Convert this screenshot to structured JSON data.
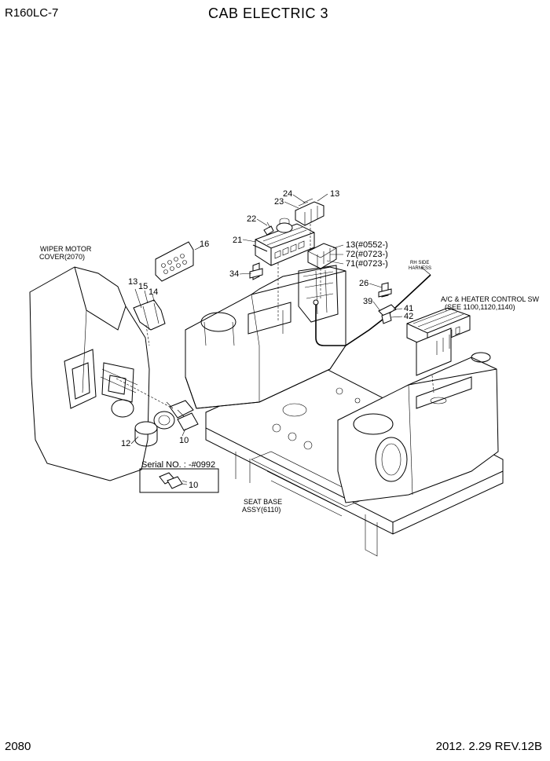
{
  "header": {
    "model": "R160LC-7",
    "title": "CAB ELECTRIC 3"
  },
  "footer": {
    "page_number": "2080",
    "revision": "2012. 2.29  REV.12B"
  },
  "labels": {
    "wiper_motor_cover_1": "WIPER MOTOR",
    "wiper_motor_cover_2": "COVER(2070)",
    "rh_side_harness_1": "RH SIDE",
    "rh_side_harness_2": "HARNESS",
    "ac_heater_1": "A/C & HEATER CONTROL SW",
    "ac_heater_2": "(SEE 1100,1120,1140)",
    "seat_base_1": "SEAT BASE",
    "seat_base_2": "ASSY(6110)",
    "serial_no": "Serial NO. : -#0992"
  },
  "callouts": {
    "p24": "24",
    "p13_top": "13",
    "p23": "23",
    "p22": "22",
    "p21": "21",
    "p16": "16",
    "p13_sw": "13(#0552-)",
    "p72": "72(#0723-)",
    "p71": "71(#0723-)",
    "p34": "34",
    "p26": "26",
    "p39": "39",
    "p41": "41",
    "p42": "42",
    "p13_left": "13",
    "p15": "15",
    "p14": "14",
    "p12": "12",
    "p10": "10",
    "p10_box": "10"
  }
}
